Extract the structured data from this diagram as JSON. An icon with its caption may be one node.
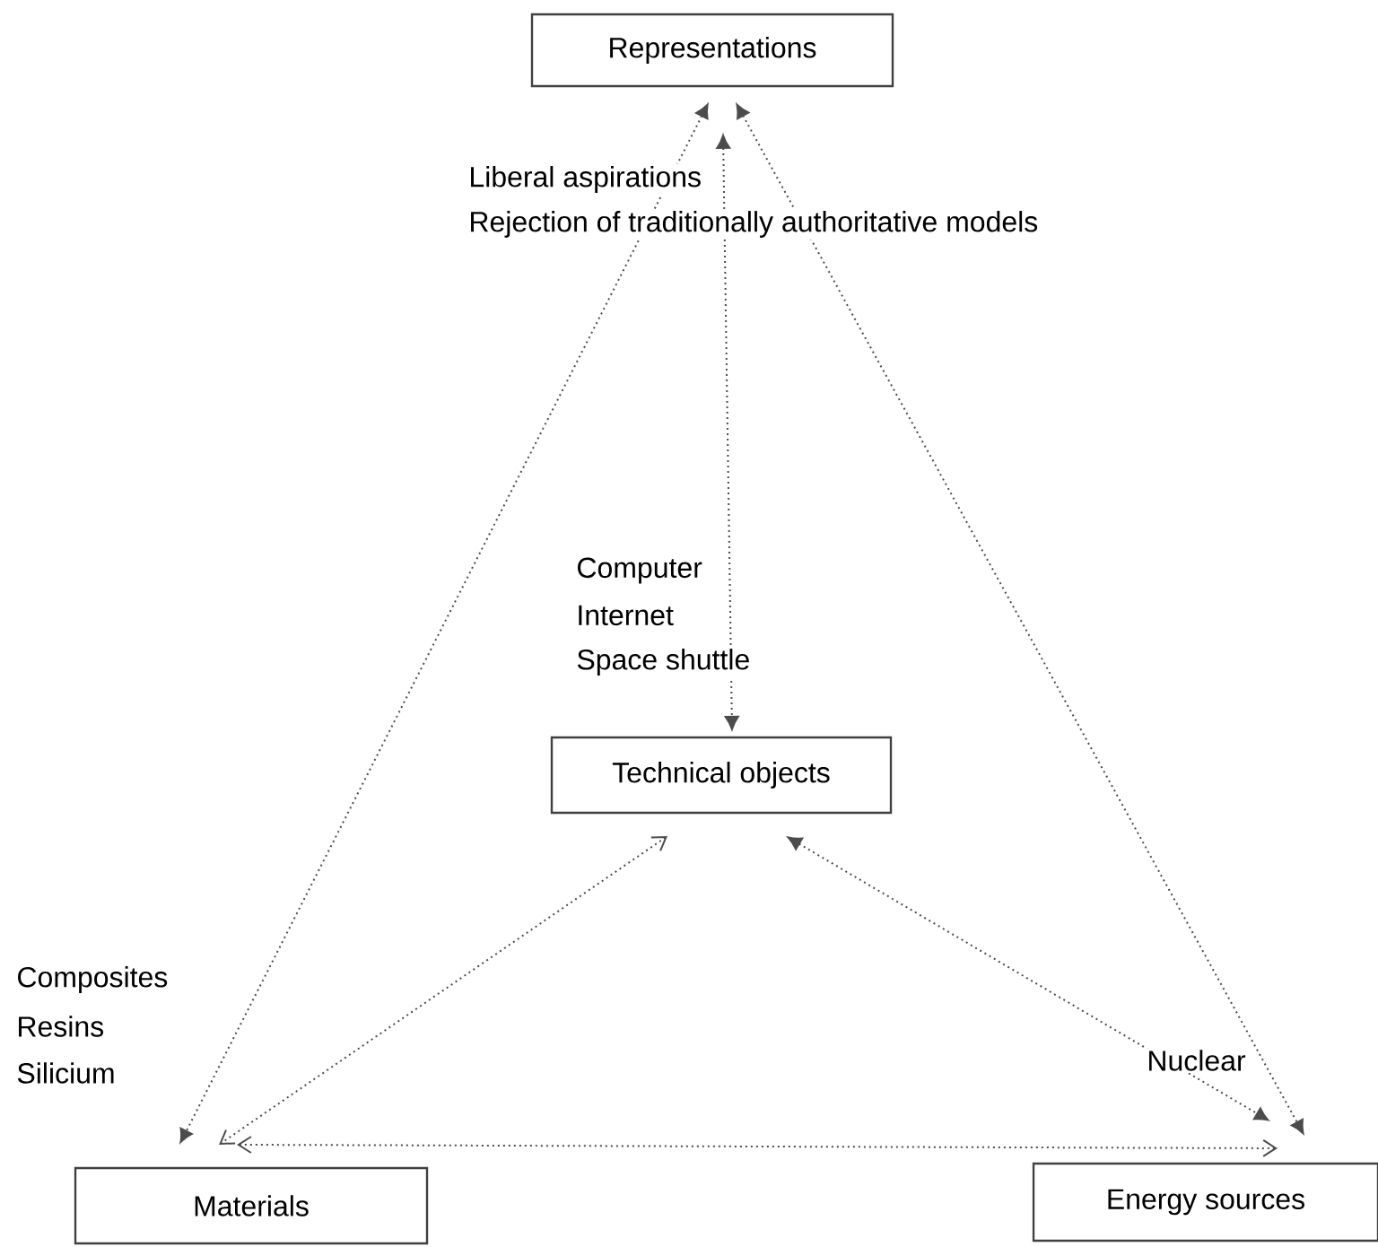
{
  "diagram": {
    "nodes": [
      {
        "text": [
          "Representations"
        ]
      },
      {
        "text": [
          "Technical objects"
        ]
      },
      {
        "text": [
          "Materials"
        ]
      },
      {
        "text": [
          "Energy sources"
        ]
      }
    ],
    "edges": [
      {
        "from": 0,
        "to": 1,
        "arrow": "both"
      },
      {
        "from": 0,
        "to": 2,
        "arrow": "both"
      },
      {
        "from": 0,
        "to": 3,
        "arrow": "both"
      },
      {
        "from": 1,
        "to": 2,
        "arrow": "both"
      },
      {
        "from": 1,
        "to": 3,
        "arrow": "both"
      },
      {
        "from": 2,
        "to": 3,
        "arrow": "both"
      }
    ],
    "labels": [
      "Liberal aspirations",
      "Rejection of traditionally authoritative models",
      "Computer",
      "Internet",
      "Space shuttle",
      "Composites",
      "Resins",
      "Silicium",
      "Nuclear"
    ]
  }
}
